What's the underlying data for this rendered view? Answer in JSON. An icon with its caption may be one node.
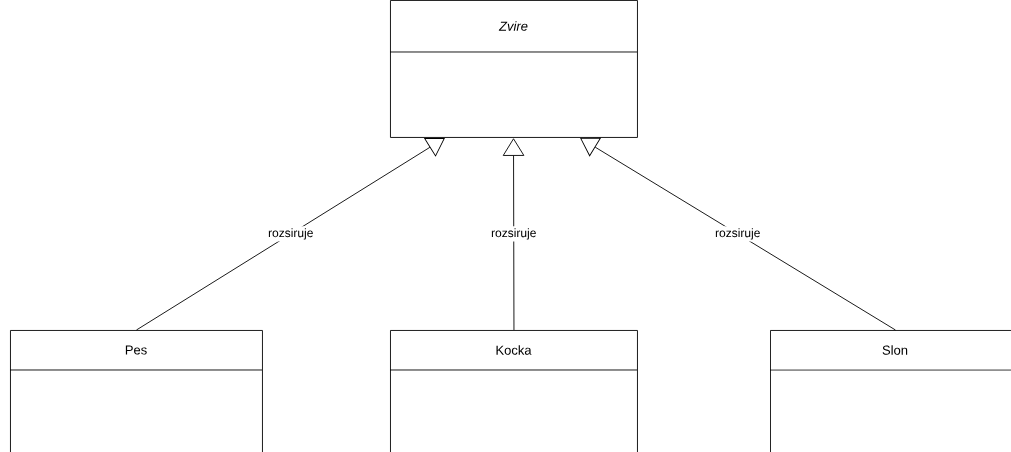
{
  "diagram": {
    "nodes": [
      {
        "text": [
          "Zvire"
        ]
      },
      {
        "text": [
          "Pes"
        ]
      },
      {
        "text": [
          "Kocka"
        ]
      },
      {
        "text": [
          "Slon"
        ]
      }
    ],
    "edges": [
      {
        "from": 1,
        "to": 0,
        "arrow": "to",
        "label": "rozsiruje"
      },
      {
        "from": 2,
        "to": 0,
        "arrow": "to",
        "label": "rozsiruje"
      },
      {
        "from": 3,
        "to": 0,
        "arrow": "to",
        "label": "rozsiruje"
      }
    ]
  }
}
